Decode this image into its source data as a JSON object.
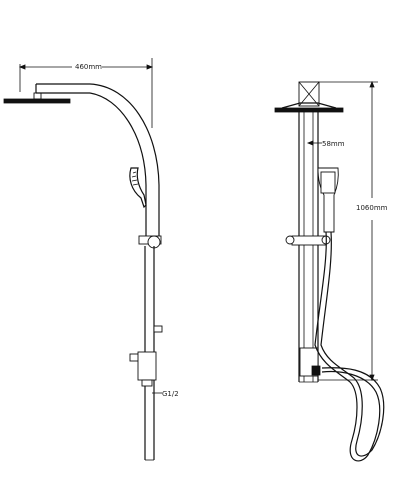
{
  "dimensions": {
    "width_label": "460mm",
    "spacing_label": "58mm",
    "height_label": "1060mm",
    "thread_label": "G1/2"
  }
}
